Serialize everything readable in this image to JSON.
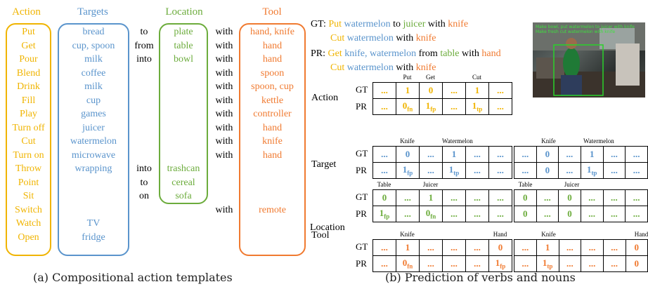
{
  "colors": {
    "action": "#f0b400",
    "target": "#5a94cc",
    "location": "#6cac3c",
    "tool": "#f07a30",
    "black": "#000000"
  },
  "left_panel": {
    "headers": {
      "action": "Action",
      "targets": "Targets",
      "location": "Location",
      "tool": "Tool"
    },
    "actions": [
      "Put",
      "Get",
      "Pour",
      "Blend",
      "Drink",
      "Fill",
      "Play",
      "Turn off",
      "Cut",
      "Turn on",
      "Throw",
      "Point",
      "Sit",
      "Switch",
      "Watch",
      "Open"
    ],
    "targets": [
      "bread",
      "cup, spoon",
      "milk",
      "coffee",
      "milk",
      "cup",
      "games",
      "juicer",
      "watermelon",
      "microwave",
      "wrapping",
      "",
      "",
      "",
      "TV",
      "fridge"
    ],
    "preps": [
      "to",
      "from",
      "into",
      "",
      "",
      "",
      "",
      "",
      "",
      "",
      "into",
      "to",
      "on",
      "",
      "",
      ""
    ],
    "locations": [
      "plate",
      "table",
      "bowl",
      "",
      "",
      "",
      "",
      "",
      "",
      "",
      "trashcan",
      "cereal",
      "sofa",
      "",
      "",
      ""
    ],
    "withs": [
      "with",
      "with",
      "with",
      "with",
      "with",
      "with",
      "with",
      "with",
      "with",
      "with",
      "",
      "",
      "",
      "with",
      "",
      ""
    ],
    "tools": [
      "hand, knife",
      "hand",
      "hand",
      "spoon",
      "spoon, cup",
      "kettle",
      "controller",
      "hand",
      "knife",
      "hand",
      "",
      "",
      "",
      "remote",
      "",
      ""
    ],
    "caption": "(a) Compositional action templates"
  },
  "right_panel": {
    "gt_line1": {
      "label": "GT:",
      "w1": "Put",
      "w2": "watermelon",
      "w3": "to",
      "w4": "juicer",
      "w5": "with",
      "w6": "knife"
    },
    "gt_line2": {
      "w1": "Cut",
      "w2": "watermelon",
      "w3": "with",
      "w4": "knife"
    },
    "pr_line1": {
      "label": "PR:",
      "w1": "Get",
      "w2": "knife, watermelon",
      "w3": "from",
      "w4": "table",
      "w5": "with",
      "w6": "hand"
    },
    "pr_line2": {
      "w1": "Cut",
      "w2": "watermelon",
      "w3": "with",
      "w4": "knife"
    },
    "screenshot_overlay": {
      "line1": "Make bowl, put watermelon to juicer with knife",
      "line2": "Make fresh cut watermelon with knife"
    },
    "row_labels": {
      "action": "Action",
      "target": "Target",
      "location": "Location",
      "tool": "Tool"
    },
    "gt": "GT",
    "pr": "PR",
    "action_grid": {
      "headers": [
        "",
        "Put",
        "Get",
        "",
        "Cut",
        ""
      ],
      "gt": [
        "...",
        "1",
        "0",
        "...",
        "1",
        "..."
      ],
      "pr": [
        {
          "v": "..."
        },
        {
          "v": "0",
          "s": "fn"
        },
        {
          "v": "1",
          "s": "fp"
        },
        {
          "v": "..."
        },
        {
          "v": "1",
          "s": "tp"
        },
        {
          "v": "..."
        }
      ]
    },
    "target_grid_1": {
      "headers": [
        "",
        "Knife",
        "",
        "Watermelon",
        "",
        ""
      ],
      "gt": [
        "...",
        "0",
        "...",
        "1",
        "...",
        "..."
      ],
      "pr": [
        {
          "v": "..."
        },
        {
          "v": "1",
          "s": "fp"
        },
        {
          "v": "..."
        },
        {
          "v": "1",
          "s": "tp"
        },
        {
          "v": "..."
        },
        {
          "v": "..."
        }
      ]
    },
    "target_grid_2": {
      "headers": [
        "",
        "Knife",
        "",
        "Watermelon",
        "",
        ""
      ],
      "gt": [
        "...",
        "0",
        "...",
        "1",
        "...",
        "..."
      ],
      "pr": [
        {
          "v": "..."
        },
        {
          "v": "0"
        },
        {
          "v": "..."
        },
        {
          "v": "1",
          "s": "tp"
        },
        {
          "v": "..."
        },
        {
          "v": "..."
        }
      ]
    },
    "location_grid_1": {
      "headers": [
        "Table",
        "",
        "Juicer",
        "",
        "",
        ""
      ],
      "gt": [
        "0",
        "...",
        "1",
        "...",
        "...",
        "..."
      ],
      "pr": [
        {
          "v": "1",
          "s": "fp"
        },
        {
          "v": "..."
        },
        {
          "v": "0",
          "s": "fn"
        },
        {
          "v": "..."
        },
        {
          "v": "..."
        },
        {
          "v": "..."
        }
      ]
    },
    "location_grid_2": {
      "headers": [
        "Table",
        "",
        "Juicer",
        "",
        "",
        ""
      ],
      "gt": [
        "0",
        "...",
        "0",
        "...",
        "...",
        "..."
      ],
      "pr": [
        {
          "v": "0"
        },
        {
          "v": "..."
        },
        {
          "v": "0"
        },
        {
          "v": "..."
        },
        {
          "v": "..."
        },
        {
          "v": "..."
        }
      ]
    },
    "tool_grid_1": {
      "headers": [
        "",
        "Knife",
        "",
        "",
        "",
        "Hand"
      ],
      "gt": [
        "...",
        "1",
        "...",
        "...",
        "...",
        "0"
      ],
      "pr": [
        {
          "v": "..."
        },
        {
          "v": "0",
          "s": "fn"
        },
        {
          "v": "..."
        },
        {
          "v": "..."
        },
        {
          "v": "..."
        },
        {
          "v": "1",
          "s": "fp"
        }
      ]
    },
    "tool_grid_2": {
      "headers": [
        "",
        "Knife",
        "",
        "",
        "",
        "Hand"
      ],
      "gt": [
        "...",
        "1",
        "...",
        "...",
        "...",
        "0"
      ],
      "pr": [
        {
          "v": "..."
        },
        {
          "v": "1",
          "s": "tp"
        },
        {
          "v": "..."
        },
        {
          "v": "..."
        },
        {
          "v": "..."
        },
        {
          "v": "0"
        }
      ]
    },
    "caption": "(b) Prediction of verbs and nouns"
  }
}
